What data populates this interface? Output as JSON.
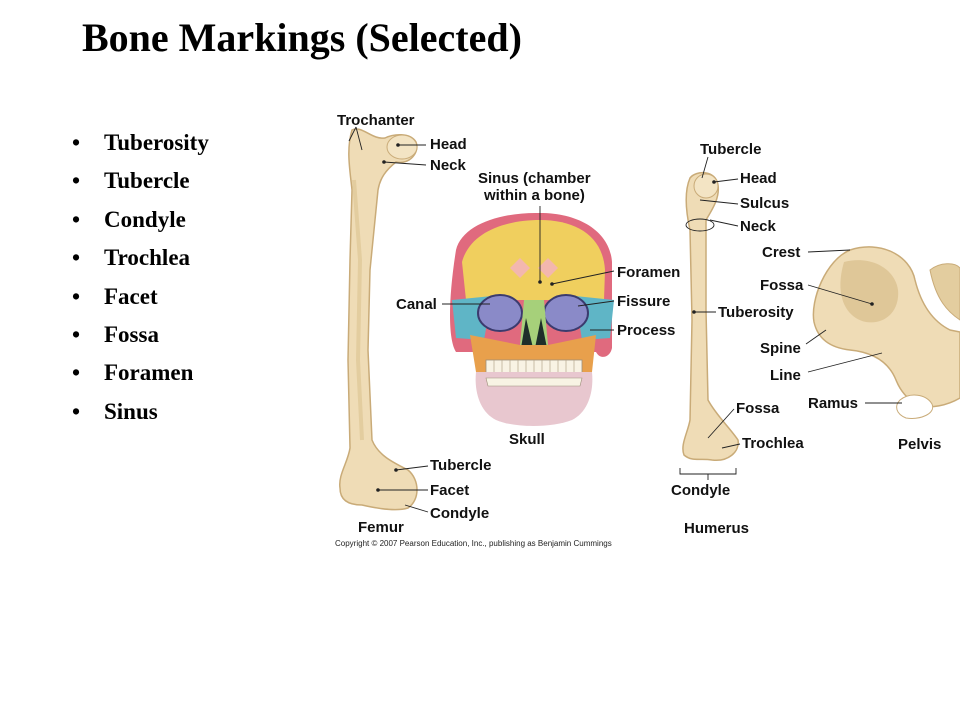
{
  "title": "Bone Markings (Selected)",
  "bullets": [
    "Tuberosity",
    "Tubercle",
    "Condyle",
    "Trochlea",
    "Facet",
    "Fossa",
    "Foramen",
    "Sinus"
  ],
  "labels": {
    "trochanter": "Trochanter",
    "femur_head": "Head",
    "femur_neck": "Neck",
    "femur_tubercle": "Tubercle",
    "femur_facet": "Facet",
    "femur_condyle": "Condyle",
    "femur": "Femur",
    "sinus_line1": "Sinus (chamber",
    "sinus_line2": "within a bone)",
    "canal": "Canal",
    "foramen": "Foramen",
    "fissure": "Fissure",
    "process": "Process",
    "skull": "Skull",
    "humerus_tubercle": "Tubercle",
    "humerus_head": "Head",
    "sulcus": "Sulcus",
    "humerus_neck": "Neck",
    "tuberosity": "Tuberosity",
    "humerus_fossa": "Fossa",
    "trochlea": "Trochlea",
    "humerus_condyle": "Condyle",
    "humerus": "Humerus",
    "crest": "Crest",
    "pelvis_fossa": "Fossa",
    "spine": "Spine",
    "line": "Line",
    "ramus": "Ramus",
    "pelvis": "Pelvis"
  },
  "copyright": "Copyright © 2007 Pearson Education, Inc., publishing as Benjamin Cummings",
  "colors": {
    "bone": "#efdcb6",
    "bone_shadow": "#d8bd8c",
    "frontal": "#f0cf5e",
    "parietal": "#e06a7e",
    "temporal": "#e0565c",
    "zygomatic": "#5fb5c6",
    "maxilla": "#e8a04c",
    "mandible": "#e8c7cf",
    "sphenoid": "#8a8ac8",
    "nasal": "#a6d07a"
  }
}
